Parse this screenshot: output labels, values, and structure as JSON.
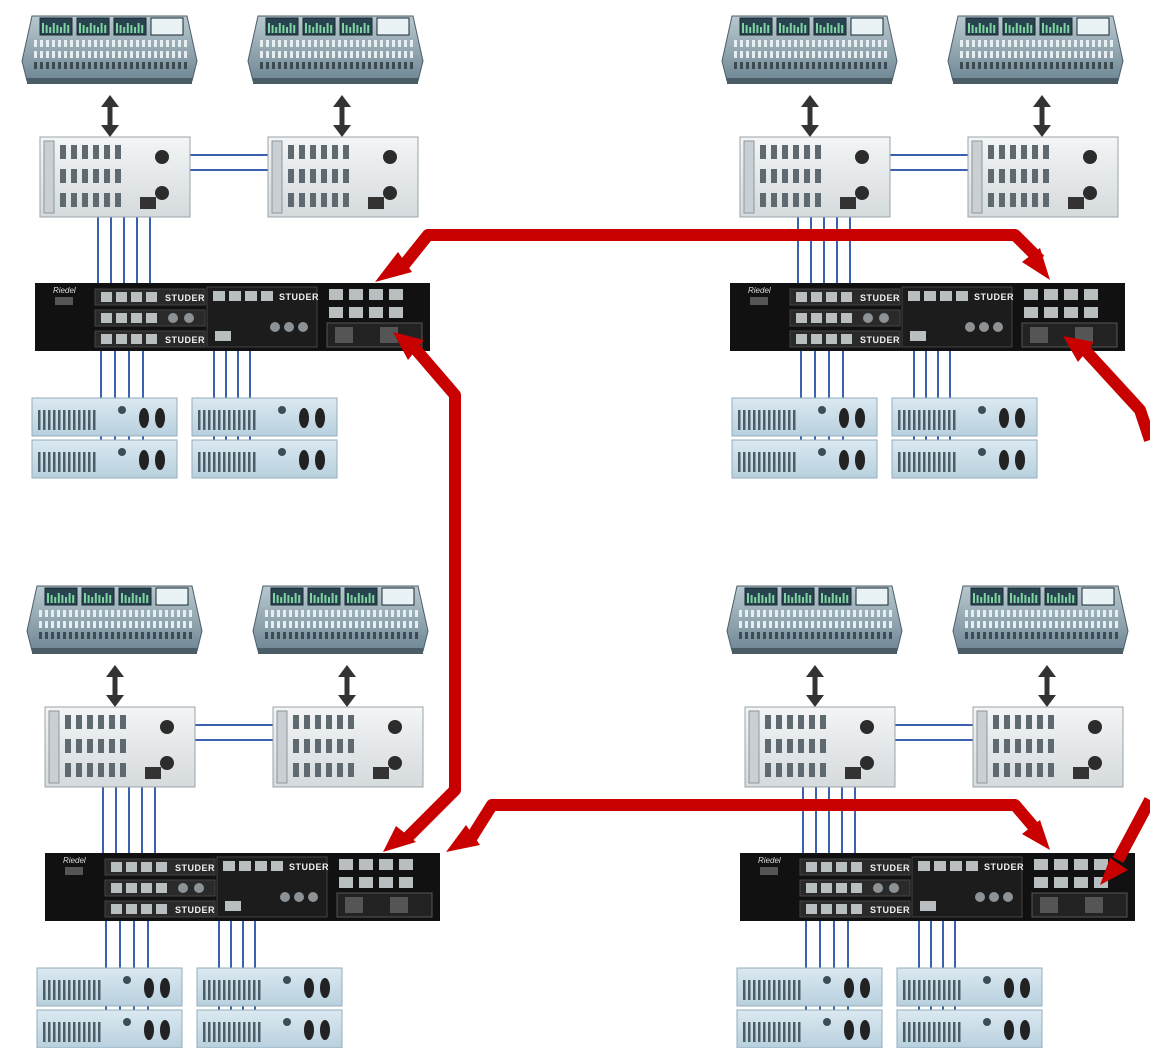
{
  "diagram": {
    "rack_labels": {
      "brand": "STUDER",
      "logo": "Riedel"
    },
    "colors": {
      "ring_arrow": "#c80000",
      "cable": "#3a62b0",
      "console_arrow": "#333333",
      "router_chassis": "#111111",
      "console_body": "#8fa6b1",
      "io_panel": "#e6eaec",
      "stagebox": "#cfe1ec"
    },
    "clusters": [
      {
        "id": "top-left",
        "consoles": 2,
        "io_racks": 2,
        "stageboxes": 4
      },
      {
        "id": "top-right",
        "consoles": 2,
        "io_racks": 2,
        "stageboxes": 4
      },
      {
        "id": "bottom-left",
        "consoles": 2,
        "io_racks": 2,
        "stageboxes": 4
      },
      {
        "id": "bottom-right",
        "consoles": 2,
        "io_racks": 2,
        "stageboxes": 4
      }
    ],
    "ring_links": [
      {
        "from": "top-left",
        "to": "top-right",
        "direction": "bidirectional"
      },
      {
        "from": "top-left",
        "to": "bottom-left",
        "direction": "bidirectional"
      },
      {
        "from": "bottom-left",
        "to": "bottom-right",
        "direction": "bidirectional"
      },
      {
        "from": "top-right",
        "to": "bottom-right",
        "direction": "bidirectional"
      }
    ]
  }
}
